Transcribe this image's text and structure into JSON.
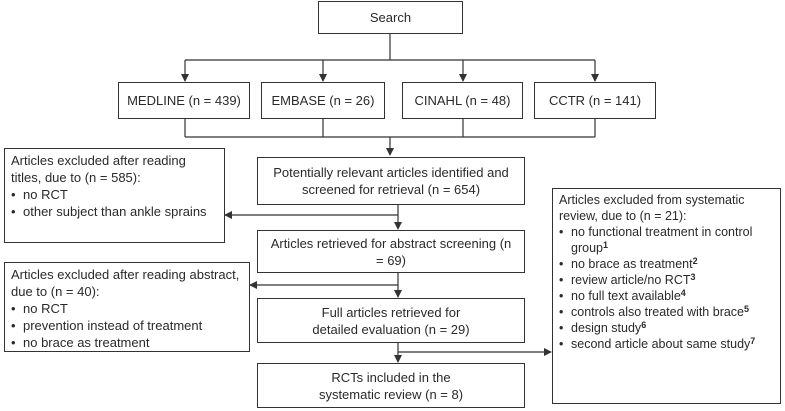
{
  "boxes": {
    "search": "Search",
    "medline": "MEDLINE (n = 439)",
    "embase": "EMBASE (n = 26)",
    "cinahl": "CINAHL (n = 48)",
    "cctr": "CCTR (n = 141)",
    "identified": "Potentially relevant articles identified and screened for retrieval (n = 654)",
    "abstract_screening": "Articles retrieved for abstract screening (n = 69)",
    "full_articles": "Full articles retrieved for detailed evaluation (n = 29)",
    "included": "RCTs included in the systematic review (n = 8)"
  },
  "excluded_titles": {
    "heading": "Articles excluded after reading titles, due to (n = 585):",
    "items": [
      "no RCT",
      "other subject than ankle sprains"
    ]
  },
  "excluded_abstract": {
    "heading": "Articles excluded after reading abstract, due to (n = 40):",
    "items": [
      "no RCT",
      "prevention instead of treatment",
      "no brace as treatment"
    ]
  },
  "excluded_review": {
    "heading": "Articles excluded from systematic review, due to (n = 21):",
    "items": [
      {
        "text": "no functional treatment in control group",
        "note": "1"
      },
      {
        "text": "no brace as treatment",
        "note": "2"
      },
      {
        "text": "review article/no RCT",
        "note": "3"
      },
      {
        "text": "no full text available",
        "note": "4"
      },
      {
        "text": "controls also treated with brace",
        "note": "5"
      },
      {
        "text": "design study",
        "note": "6"
      },
      {
        "text": "second article about same study",
        "note": "7"
      }
    ]
  }
}
